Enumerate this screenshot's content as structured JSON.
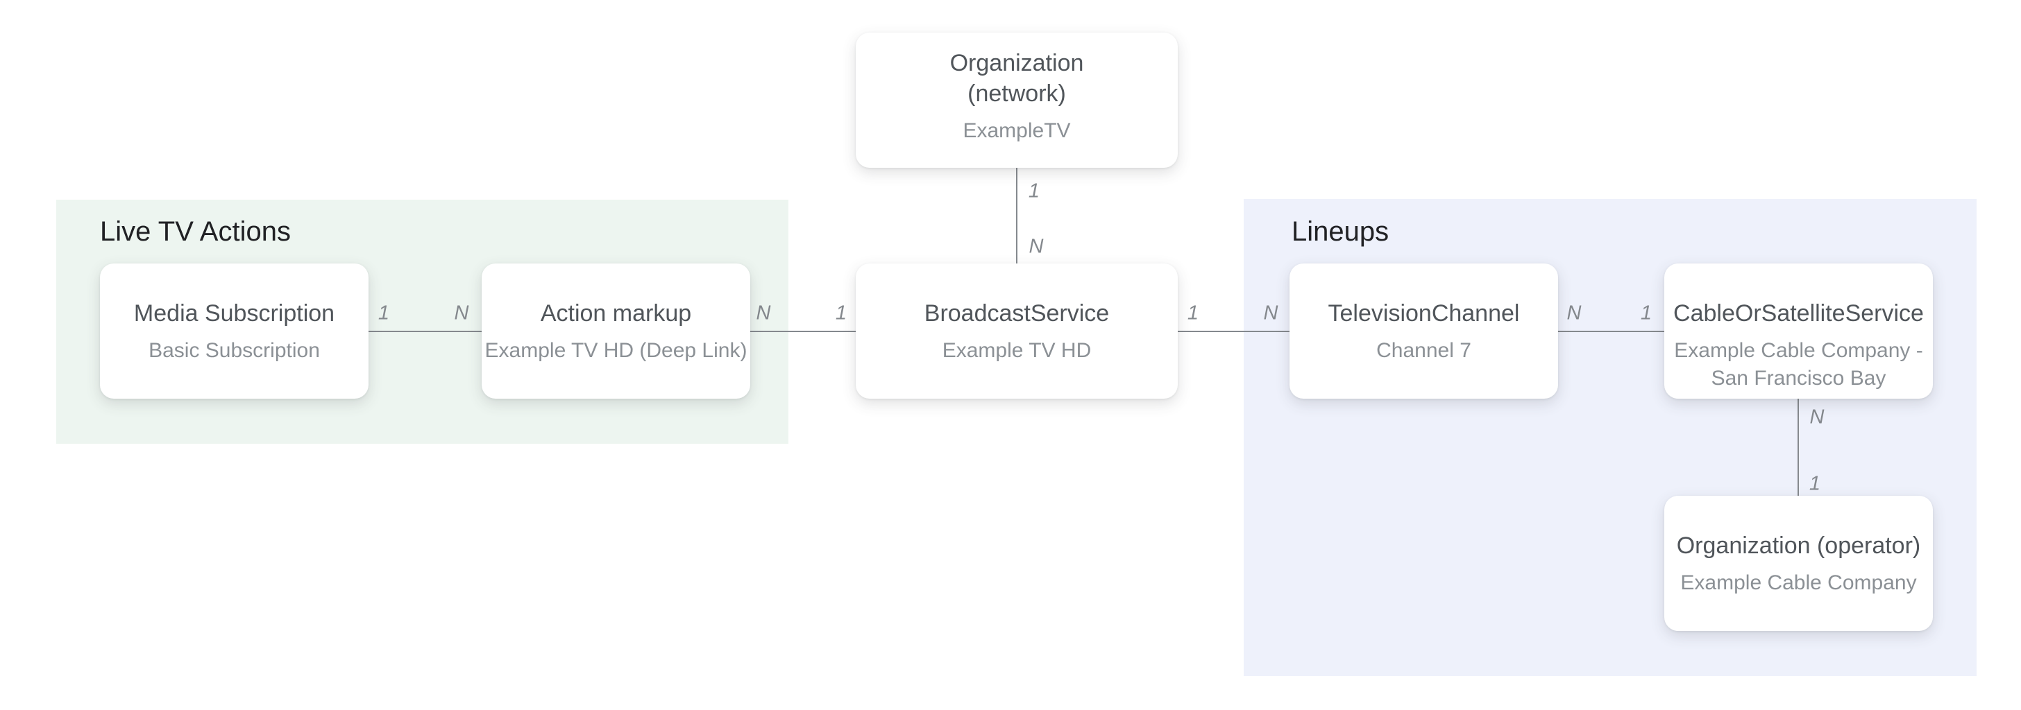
{
  "diagram": {
    "sections": {
      "live_tv_actions": {
        "title": "Live TV Actions"
      },
      "lineups": {
        "title": "Lineups"
      }
    },
    "nodes": {
      "organization_network": {
        "title": "Organization\n(network)",
        "subtitle": "ExampleTV"
      },
      "media_subscription": {
        "title": "Media Subscription",
        "subtitle": "Basic Subscription"
      },
      "action_markup": {
        "title": "Action markup",
        "subtitle": "Example TV HD (Deep Link)"
      },
      "broadcast_service": {
        "title": "BroadcastService",
        "subtitle": "Example TV HD"
      },
      "television_channel": {
        "title": "TelevisionChannel",
        "subtitle": "Channel 7"
      },
      "cable_or_satellite_service": {
        "title": "CableOrSatelliteService",
        "subtitle": "Example Cable Company -\nSan Francisco Bay"
      },
      "organization_operator": {
        "title": "Organization (operator)",
        "subtitle": "Example Cable Company"
      }
    },
    "connections": [
      {
        "from": "organization_network",
        "to": "broadcast_service",
        "from_card": "1",
        "to_card": "N"
      },
      {
        "from": "media_subscription",
        "to": "action_markup",
        "from_card": "1",
        "to_card": "N"
      },
      {
        "from": "action_markup",
        "to": "broadcast_service",
        "from_card": "N",
        "to_card": "1"
      },
      {
        "from": "broadcast_service",
        "to": "television_channel",
        "from_card": "1",
        "to_card": "N"
      },
      {
        "from": "television_channel",
        "to": "cable_or_satellite_service",
        "from_card": "N",
        "to_card": "1"
      },
      {
        "from": "cable_or_satellite_service",
        "to": "organization_operator",
        "from_card": "N",
        "to_card": "1"
      }
    ],
    "colors": {
      "live_tv_actions_bg": "#edf5f0",
      "lineups_bg": "#eef1fb",
      "node_bg": "#ffffff",
      "node_title": "#50555a",
      "node_subtitle": "#8b9095",
      "section_title": "#202124",
      "connector": "#85898e",
      "cardinality_label": "#84888d"
    }
  }
}
